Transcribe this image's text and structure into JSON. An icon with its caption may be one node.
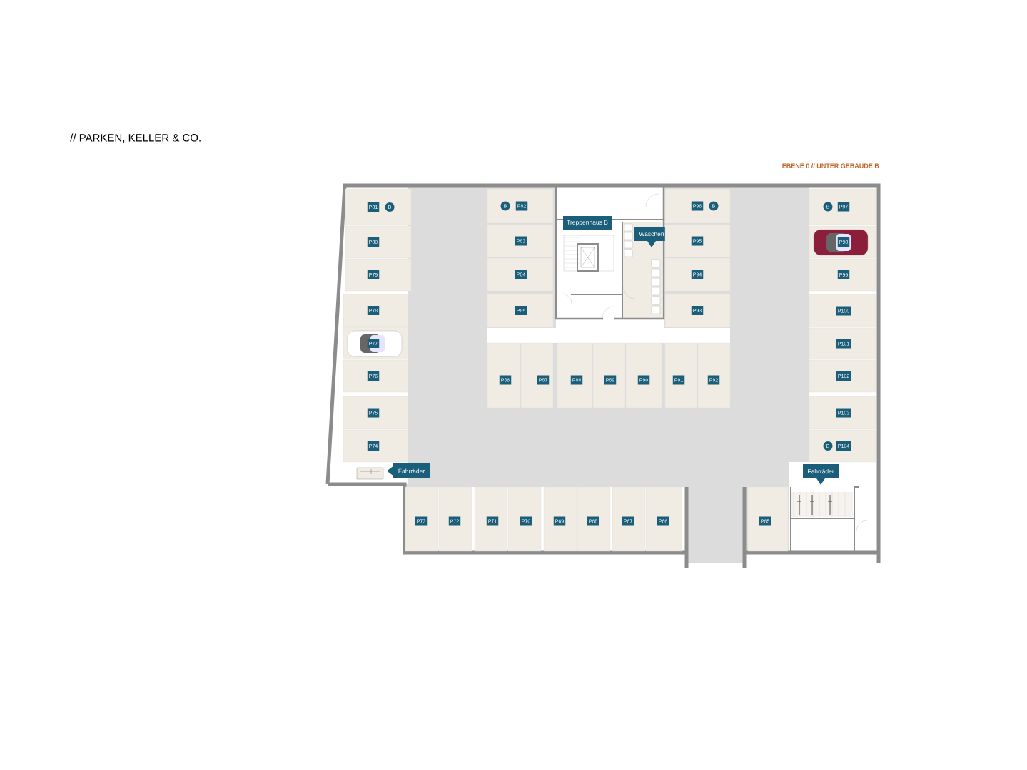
{
  "diagram": {
    "title": "// PARKEN, KELLER & CO.",
    "nodes": [
      {
        "text": [
          "P81",
          "B"
        ]
      },
      {
        "text": [
          "P80"
        ]
      },
      {
        "text": [
          "P79"
        ]
      },
      {
        "text": [
          "P78"
        ]
      },
      {
        "text": [
          "P77"
        ]
      },
      {
        "text": [
          "P76"
        ]
      },
      {
        "text": [
          "P75"
        ]
      },
      {
        "text": [
          "P74"
        ]
      },
      {
        "text": [
          "B",
          "P82"
        ]
      },
      {
        "text": [
          "P83"
        ]
      },
      {
        "text": [
          "P84"
        ]
      },
      {
        "text": [
          "P85"
        ]
      },
      {
        "text": [
          "Treppenhaus B"
        ]
      },
      {
        "text": [
          "Waschen"
        ]
      },
      {
        "text": [
          "P96",
          "B"
        ]
      },
      {
        "text": [
          "P95"
        ]
      },
      {
        "text": [
          "P94"
        ]
      },
      {
        "text": [
          "P93"
        ]
      },
      {
        "text": [
          "B",
          "P97"
        ]
      },
      {
        "text": [
          "P98"
        ]
      },
      {
        "text": [
          "P99"
        ]
      },
      {
        "text": [
          "P100"
        ]
      },
      {
        "text": [
          "P101"
        ]
      },
      {
        "text": [
          "P102"
        ]
      },
      {
        "text": [
          "P103"
        ]
      },
      {
        "text": [
          "B",
          "P104"
        ]
      },
      {
        "text": [
          "P86"
        ]
      },
      {
        "text": [
          "P87"
        ]
      },
      {
        "text": [
          "P88"
        ]
      },
      {
        "text": [
          "P89"
        ]
      },
      {
        "text": [
          "P90"
        ]
      },
      {
        "text": [
          "P91"
        ]
      },
      {
        "text": [
          "P92"
        ]
      },
      {
        "text": [
          "Fahrräder"
        ]
      },
      {
        "text": [
          "Fahrräder"
        ]
      },
      {
        "text": [
          "P73"
        ]
      },
      {
        "text": [
          "P72"
        ]
      },
      {
        "text": [
          "P71"
        ]
      },
      {
        "text": [
          "P70"
        ]
      },
      {
        "text": [
          "P69"
        ]
      },
      {
        "text": [
          "P68"
        ]
      },
      {
        "text": [
          "P67"
        ]
      },
      {
        "text": [
          "P66"
        ]
      },
      {
        "text": [
          "P65"
        ]
      }
    ],
    "labels": [
      "EBENE 0 // UNTER GEBÄUDE B"
    ]
  }
}
